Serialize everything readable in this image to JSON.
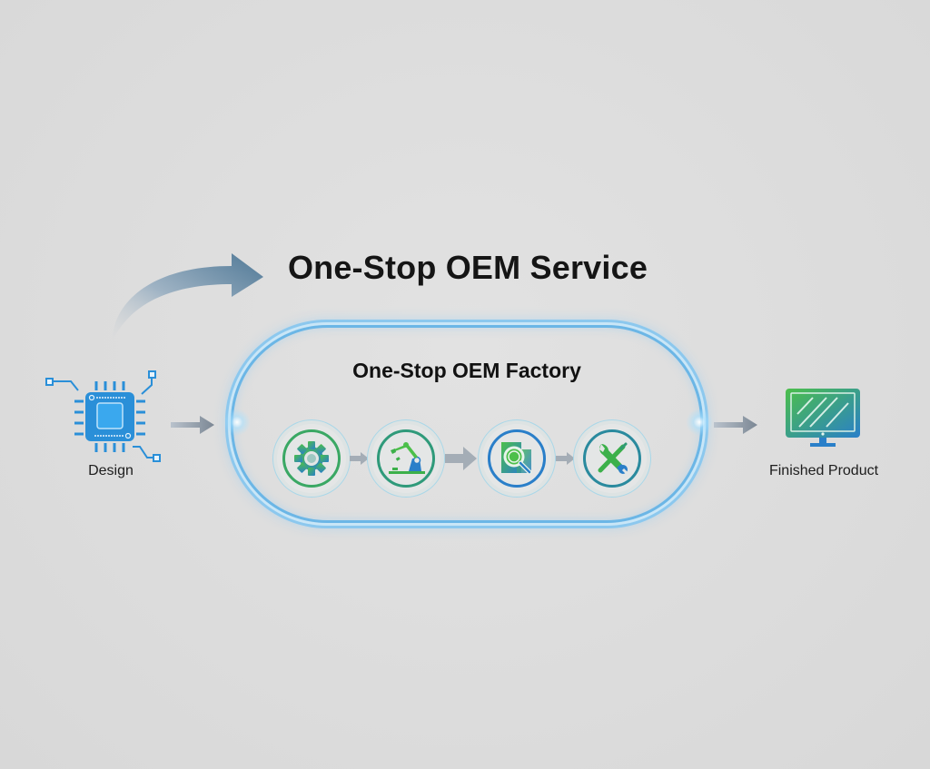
{
  "header": {
    "title": "One-Stop OEM Service"
  },
  "flow": {
    "start": {
      "label": "Design",
      "icon": "chip-icon"
    },
    "factory": {
      "title": "One-Stop OEM Factory",
      "steps": [
        {
          "icon": "gear-icon",
          "meaning": "engineering"
        },
        {
          "icon": "robot-arm-icon",
          "meaning": "manufacturing"
        },
        {
          "icon": "magnifier-inspection-icon",
          "meaning": "quality inspection"
        },
        {
          "icon": "wrench-screwdriver-icon",
          "meaning": "assembly / service"
        }
      ]
    },
    "end": {
      "label": "Finished Product",
      "icon": "monitor-icon"
    }
  },
  "colors": {
    "background": "#dcdcdc",
    "box_border": "#6bb6e6",
    "icon_blue": "#2a7fc9",
    "icon_green": "#3cb04a",
    "arrow_gray": "#9aa3ad",
    "curved_arrow": "#4f7896"
  }
}
